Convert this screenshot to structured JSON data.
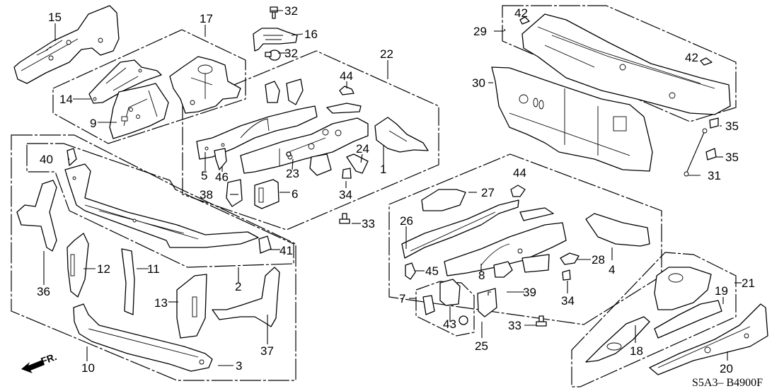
{
  "diagram": {
    "code": "S5A3– B4900F",
    "direction_label": "FR.",
    "direction_icon": "front-direction-arrow",
    "colors": {
      "line": "#000000",
      "background": "#ffffff"
    }
  },
  "callouts": {
    "c1": "1",
    "c2": "2",
    "c3": "3",
    "c4": "4",
    "c5": "5",
    "c6": "6",
    "c7": "7",
    "c8": "8",
    "c9": "9",
    "c10": "10",
    "c11": "11",
    "c12": "12",
    "c13": "13",
    "c14": "14",
    "c15": "15",
    "c16": "16",
    "c17": "17",
    "c18": "18",
    "c19": "19",
    "c20": "20",
    "c21": "21",
    "c22": "22",
    "c23": "23",
    "c24": "24",
    "c25": "25",
    "c26": "26",
    "c27": "27",
    "c28": "28",
    "c29": "29",
    "c30": "30",
    "c31": "31",
    "c32a": "32",
    "c32b": "32",
    "c33a": "33",
    "c33b": "33",
    "c34a": "34",
    "c34b": "34",
    "c35a": "35",
    "c35b": "35",
    "c36": "36",
    "c37": "37",
    "c38": "38",
    "c39": "39",
    "c40": "40",
    "c41": "41",
    "c42a": "42",
    "c42b": "42",
    "c43": "43",
    "c44a": "44",
    "c44b": "44",
    "c45": "45",
    "c46": "46"
  }
}
